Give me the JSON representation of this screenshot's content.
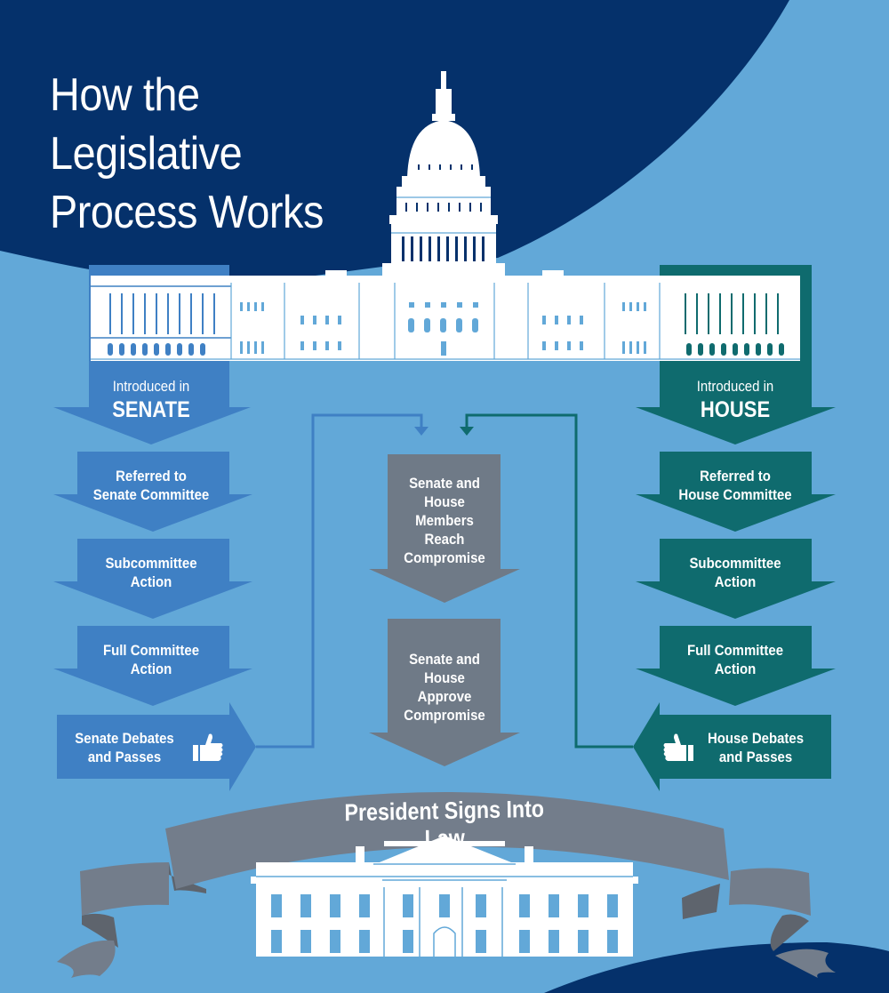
{
  "title": {
    "lines": [
      "How the",
      "Legislative",
      "Process Works"
    ]
  },
  "colors": {
    "background_light": "#62a8d8",
    "background_dark": "#05316b",
    "senate": "#3f80c4",
    "house": "#0f6b6e",
    "compromise": "#6f7a87",
    "ribbon": "#737d8b",
    "ribbon_shadow": "#5e646d",
    "white": "#ffffff"
  },
  "senate": {
    "introduced_label": "Introduced in",
    "chamber_name": "SENATE",
    "steps": [
      {
        "line1": "Referred to",
        "line2": "Senate Committee"
      },
      {
        "line1": "Subcommittee",
        "line2": "Action"
      },
      {
        "line1": "Full Committee",
        "line2": "Action"
      }
    ],
    "passes": {
      "line1": "Senate Debates",
      "line2": "and Passes",
      "icon": "thumbs-up-icon"
    }
  },
  "house": {
    "introduced_label": "Introduced in",
    "chamber_name": "HOUSE",
    "steps": [
      {
        "line1": "Referred to",
        "line2": "House Committee"
      },
      {
        "line1": "Subcommittee",
        "line2": "Action"
      },
      {
        "line1": "Full Committee",
        "line2": "Action"
      }
    ],
    "passes": {
      "line1": "House Debates",
      "line2": "and Passes",
      "icon": "thumbs-up-icon"
    }
  },
  "compromise": {
    "steps": [
      {
        "lines": [
          "Senate and",
          "House",
          "Members",
          "Reach",
          "Compromise"
        ]
      },
      {
        "lines": [
          "Senate and",
          "House",
          "Approve",
          "Compromise"
        ]
      }
    ]
  },
  "final": {
    "label": "President Signs Into Law",
    "building": "white-house-illustration"
  },
  "header_building": "capitol-illustration"
}
